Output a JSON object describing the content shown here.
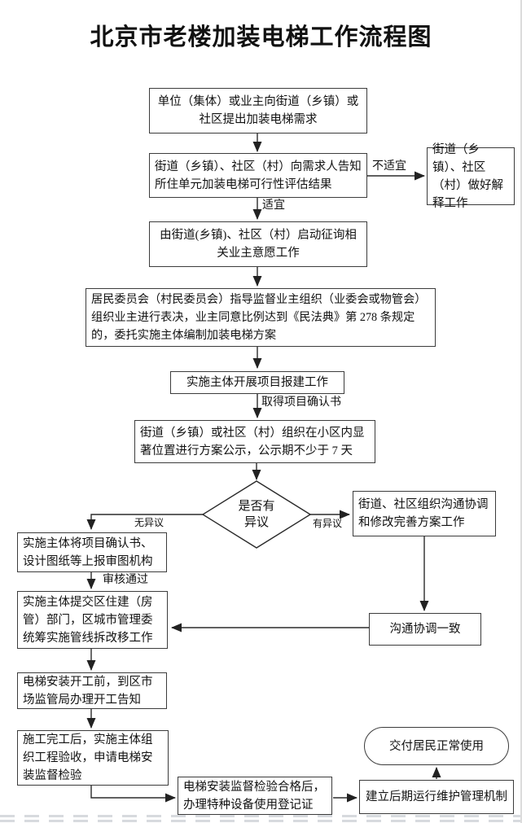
{
  "title": "北京市老楼加装电梯工作流程图",
  "nodes": {
    "demand": "单位（集体）或业主向街道（乡镇）或社区提出加装电梯需求",
    "feasibility": "街道（乡镇）、社区（村）向需求人告知所住单元加装电梯可行性评估结果",
    "explain": "街道（乡镇）、社区（村）做好解释工作",
    "solicit": "由街道(乡镇)、社区（村）启动征询相关业主意愿工作",
    "vote": "居民委员会（村民委员会）指导监督业主组织（业委会或物管会）组织业主进行表决，业主同意比例达到《民法典》第 278 条规定的，委托实施主体编制加装电梯方案",
    "filing": "实施主体开展项目报建工作",
    "publicity": "街道（乡镇）或社区（村）组织在小区内显著位置进行方案公示，公示期不少于 7 天",
    "decision": "是否有异议",
    "coordinate": "街道、社区组织沟通协调和修改完善方案工作",
    "consensus": "沟通协调一致",
    "review": "实施主体将项目确认书、设计图纸等上报审图机构",
    "submit": "实施主体提交区住建（房管）部门，区城市管理委统筹实施管线拆改移工作",
    "notify": "电梯安装开工前，到区市场监管局办理开工告知",
    "completion": "施工完工后，实施主体组织工程验收，申请电梯安装监督检验",
    "register": "电梯安装监督检验合格后，办理特种设备使用登记证",
    "mechanism": "建立后期运行维护管理机制",
    "delivery": "交付居民正常使用"
  },
  "edge_labels": {
    "unsuitable": "不适宜",
    "suitable": "适宜",
    "confirmation": "取得项目确认书",
    "no_objection": "无异议",
    "objection": "有异议",
    "approved": "审核通过"
  }
}
